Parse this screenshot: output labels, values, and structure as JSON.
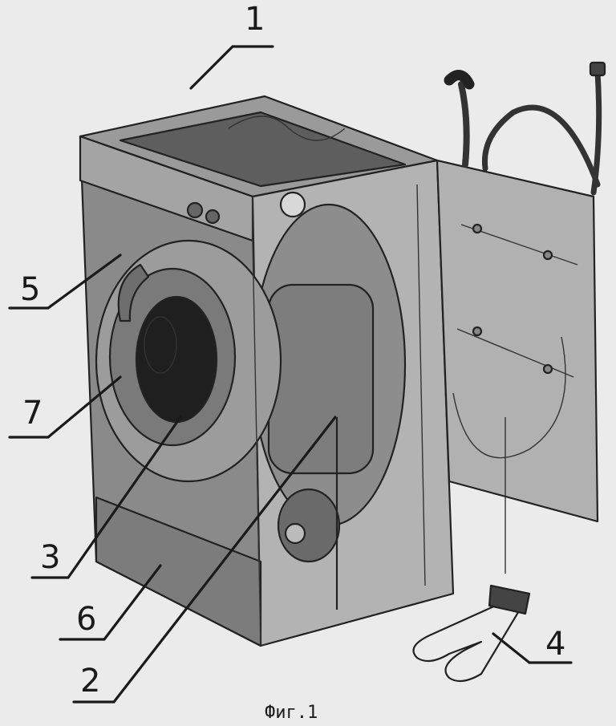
{
  "figure": {
    "caption": "Фиг.1",
    "labels": {
      "n1": "1",
      "n2": "2",
      "n3": "3",
      "n4": "4",
      "n5": "5",
      "n6": "6",
      "n7": "7"
    }
  },
  "colors": {
    "background": "#ebebeb",
    "body_fill": "#8c8c8c",
    "ink": "#1a1a1a"
  }
}
